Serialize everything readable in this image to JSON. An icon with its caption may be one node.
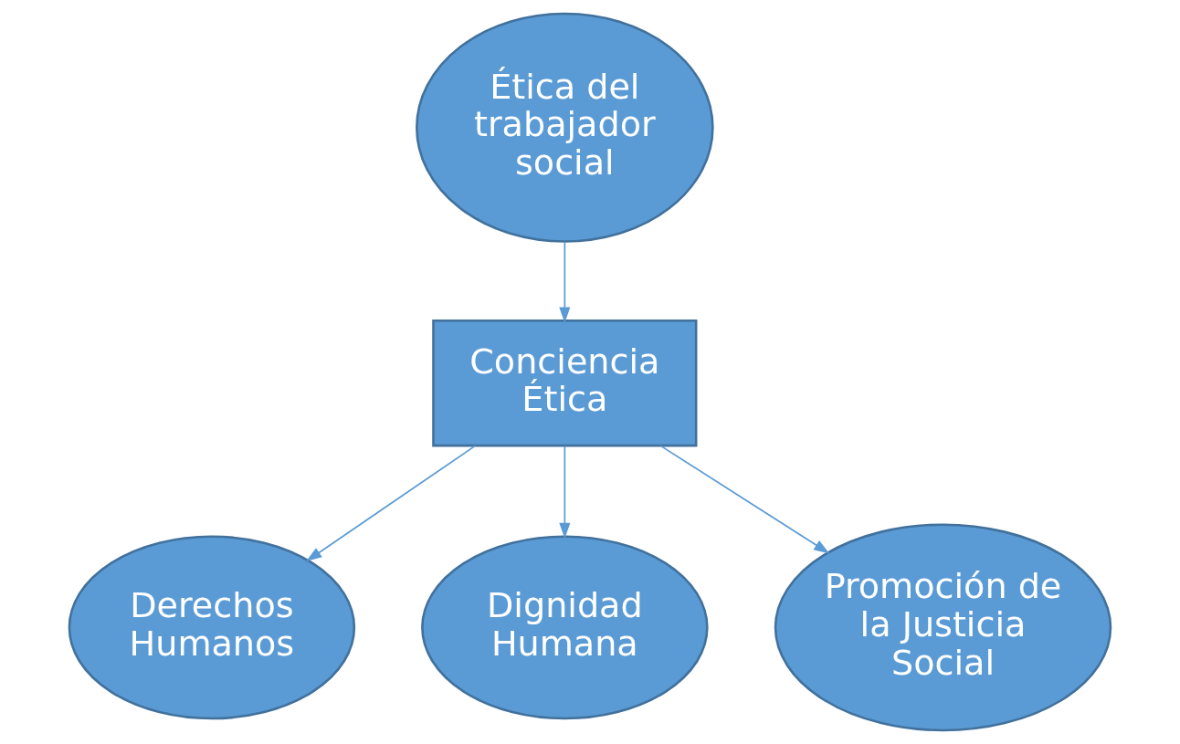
{
  "diagram": {
    "nodes": [
      {
        "text": [
          "Ética del trabajador social"
        ]
      },
      {
        "text": [
          "Conciencia Ética"
        ]
      },
      {
        "text": [
          "Derechos Humanos"
        ]
      },
      {
        "text": [
          "Dignidad Humana"
        ]
      },
      {
        "text": [
          "Promoción de la Justicia Social"
        ]
      }
    ],
    "edges": [
      {
        "from": 0,
        "to": 1,
        "arrow": "to"
      },
      {
        "from": 1,
        "to": 2,
        "arrow": "to"
      },
      {
        "from": 1,
        "to": 3,
        "arrow": "to"
      },
      {
        "from": 1,
        "to": 4,
        "arrow": "to"
      }
    ]
  }
}
